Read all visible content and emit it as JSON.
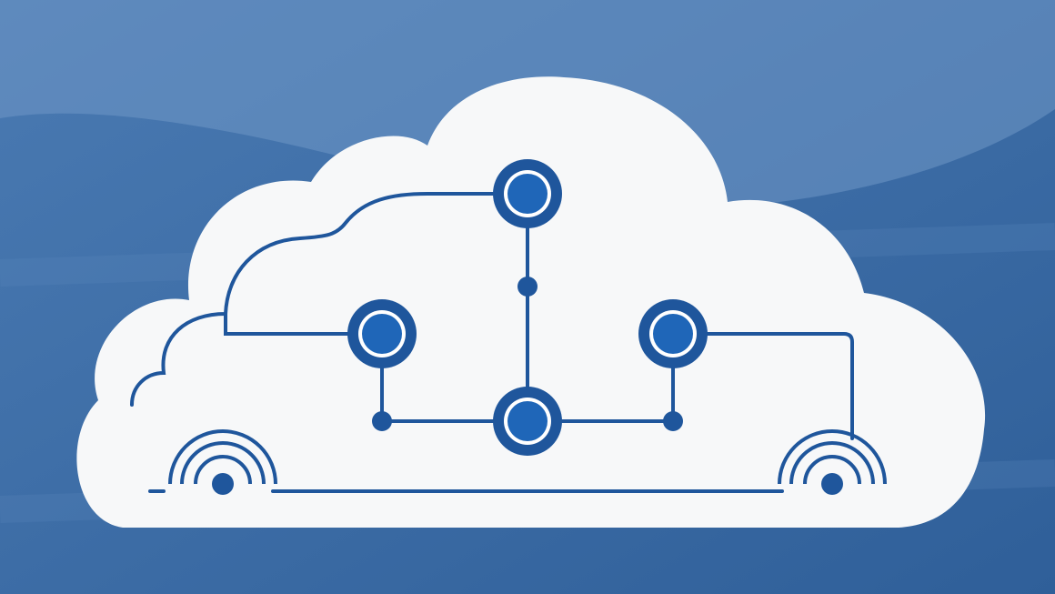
{
  "colors": {
    "background": "#3c6ca4",
    "background_light": "#6f98c6",
    "cloud": "#f7f8f9",
    "circuit": "#1f569c",
    "node_fill": "#1f66b8"
  },
  "illustration": {
    "subject": "cloud-network",
    "nodes": 4,
    "junction_dots": 3,
    "wireless_signals": 2
  }
}
